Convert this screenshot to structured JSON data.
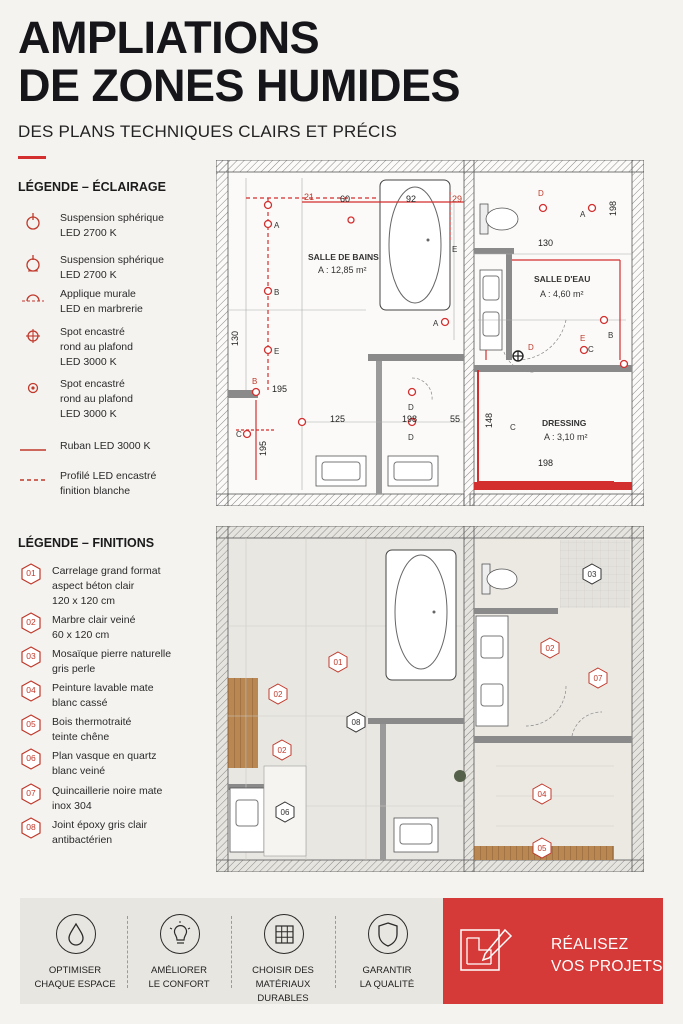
{
  "header": {
    "title_line1": "AMPLIATIONS",
    "title_line2": "DE ZONES HUMIDES",
    "subtitle": "DES PLANS TECHNIQUES CLAIRS ET PRÉCIS"
  },
  "legend_lighting": {
    "title": "LÉGENDE – ÉCLAIRAGE",
    "items": [
      {
        "icon": "pendant-sphere-icon",
        "line1": "Suspension sphérique",
        "line2": "LED 2700 K",
        "line3": ""
      },
      {
        "icon": "pendant-sphere-icon",
        "line1": "Suspension sphérique",
        "line2": "LED 2700 K",
        "line3": ""
      },
      {
        "icon": "wall-sconce-icon",
        "line1": "Applique murale",
        "line2": "LED en marbrerie",
        "line3": ""
      },
      {
        "icon": "recessed-spot-icon",
        "line1": "Spot encastré",
        "line2": "rond au plafond",
        "line3": "LED 3000 K"
      },
      {
        "icon": "recessed-spot-icon",
        "line1": "Spot encastré",
        "line2": "rond au plafond",
        "line3": "LED 3000 K"
      },
      {
        "icon": "led-strip-icon",
        "line1": "Ruban LED 3000 K",
        "line2": "",
        "line3": ""
      },
      {
        "icon": "led-profile-icon",
        "line1": "Profilé LED encastré",
        "line2": "finition blanche",
        "line3": ""
      }
    ]
  },
  "legend_finishes": {
    "title": "LÉGENDE – FINITIONS",
    "items": [
      {
        "num": "01",
        "line1": "Carrelage grand format",
        "line2": "aspect béton clair",
        "line3": "120 x 120 cm"
      },
      {
        "num": "02",
        "line1": "Marbre clair veiné",
        "line2": "60 x 120 cm",
        "line3": ""
      },
      {
        "num": "03",
        "line1": "Mosaïque pierre naturelle",
        "line2": "gris perle",
        "line3": ""
      },
      {
        "num": "04",
        "line1": "Peinture lavable mate",
        "line2": "blanc cassé",
        "line3": ""
      },
      {
        "num": "05",
        "line1": "Bois thermotraité",
        "line2": "teinte chêne",
        "line3": ""
      },
      {
        "num": "06",
        "line1": "Plan vasque en quartz",
        "line2": "blanc veiné",
        "line3": ""
      },
      {
        "num": "07",
        "line1": "Quincaillerie noire mate",
        "line2": "inox 304",
        "line3": ""
      },
      {
        "num": "08",
        "line1": "Joint époxy gris clair",
        "line2": "antibactérien",
        "line3": ""
      }
    ]
  },
  "plan_lighting": {
    "rooms": [
      {
        "name": "SALLE DE BAINS",
        "area": "A : 12,85 m²"
      },
      {
        "name": "SALLE D'EAU",
        "area": "A : 4,60 m²"
      },
      {
        "name": "DRESSING",
        "area": "A : 3,10 m²"
      }
    ],
    "dimensions": [
      "21",
      "60",
      "92",
      "29",
      "130",
      "195",
      "125",
      "198",
      "55",
      "130",
      "148",
      "198",
      "198",
      "195"
    ],
    "markers": [
      "A",
      "A",
      "B",
      "E",
      "B",
      "C",
      "D",
      "D",
      "D",
      "A",
      "E",
      "B",
      "C",
      "E",
      "D",
      "A",
      "C"
    ]
  },
  "plan_finishes": {
    "labels": [
      "01",
      "02",
      "02",
      "03",
      "02",
      "04",
      "05",
      "06",
      "07",
      "08"
    ]
  },
  "features": [
    {
      "icon": "water-drop-icon",
      "line1": "OPTIMISER",
      "line2": "CHAQUE ESPACE"
    },
    {
      "icon": "lightbulb-icon",
      "line1": "AMÉLIORER",
      "line2": "LE CONFORT"
    },
    {
      "icon": "tile-grid-icon",
      "line1": "CHOISIR DES",
      "line2": "MATÉRIAUX DURABLES"
    },
    {
      "icon": "shield-icon",
      "line1": "GARANTIR",
      "line2": "LA QUALITÉ"
    }
  ],
  "cta": {
    "line1": "RÉALISEZ",
    "line2": "VOS PROJETS"
  },
  "colors": {
    "accent": "#d63a38",
    "wall": "#7a7a7a",
    "ink": "#16161a"
  }
}
